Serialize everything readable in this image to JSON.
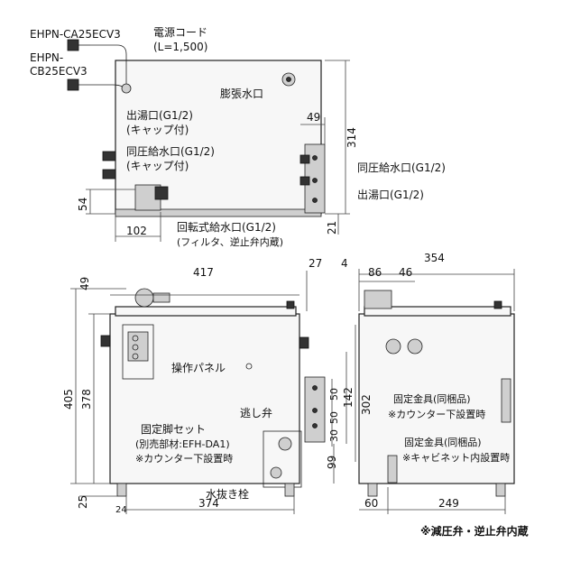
{
  "labels": {
    "model_a": "EHPN-CA25ECV3",
    "model_b_line1": "EHPN-",
    "model_b_line2": "CB25ECV3",
    "power_cord": "電源コード",
    "power_cord_len": "(L=1,500)",
    "expansion_outlet": "膨張水口",
    "hot_outlet_l": "出湯口(G1/2)",
    "cap_attached_1": "(キャップ付)",
    "same_pressure_inlet_l": "同圧給水口(G1/2)",
    "cap_attached_2": "(キャップ付)",
    "same_pressure_inlet_r": "同圧給水口(G1/2)",
    "hot_outlet_r": "出湯口(G1/2)",
    "rotary_inlet": "回転式給水口(G1/2)",
    "rotary_inlet_note": "(フィルタ、逆止弁内蔵)",
    "operation_panel": "操作パネル",
    "relief_valve": "逃し弁",
    "fixed_leg_set": "固定脚セット",
    "fixed_leg_sold": "(別売部材:EFH-DA1)",
    "fixed_leg_note": "※カウンター下設置時",
    "drain_plug": "水抜き栓",
    "bracket_1": "固定金具(同梱品)",
    "bracket_1_note": "※カウンター下設置時",
    "bracket_2": "固定金具(同梱品)",
    "bracket_2_note": "※キャビネット内設置時",
    "footnote": "※減圧弁・逆止弁内蔵"
  },
  "dims": {
    "d49_top": "49",
    "d314": "314",
    "d54": "54",
    "d102": "102",
    "d21": "21",
    "d417": "417",
    "d27": "27",
    "d4": "4",
    "d354": "354",
    "d86": "86",
    "d46": "46",
    "d49_left": "49",
    "d405": "405",
    "d378": "378",
    "d50_a": "50",
    "d142": "142",
    "d50_b": "50",
    "d30": "30",
    "d99": "99",
    "d302": "302",
    "d25": "25",
    "d24": "24",
    "d374": "374",
    "d60": "60",
    "d249": "249"
  }
}
